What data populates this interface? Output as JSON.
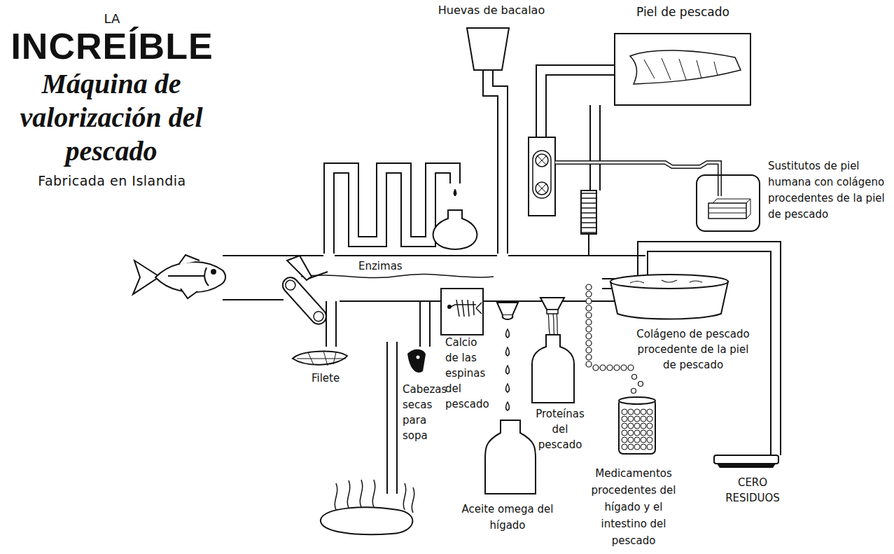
{
  "diagram": {
    "title": "Máquina de valorización del pescado",
    "nodes": [
      {
        "text": [
          "Piel de pescado"
        ]
      }
    ],
    "labels": [
      "LA",
      "INCREÍBLE",
      "Fabricada en Islandia",
      "Huevas de bacalao",
      "Enzimas",
      "Sustitutos de piel humana con colágeno procedentes de la piel de pescado",
      "Colágeno de pescado procedente de la piel de pescado",
      "Filete",
      "Cabezas secas para sopa",
      "Calcio de las espinas del pescado",
      "Proteínas del pescado",
      "Aceite omega del hígado",
      "Medicamentos procedentes del hígado y el intestino del pescado",
      "CERO RESIDUOS"
    ]
  }
}
